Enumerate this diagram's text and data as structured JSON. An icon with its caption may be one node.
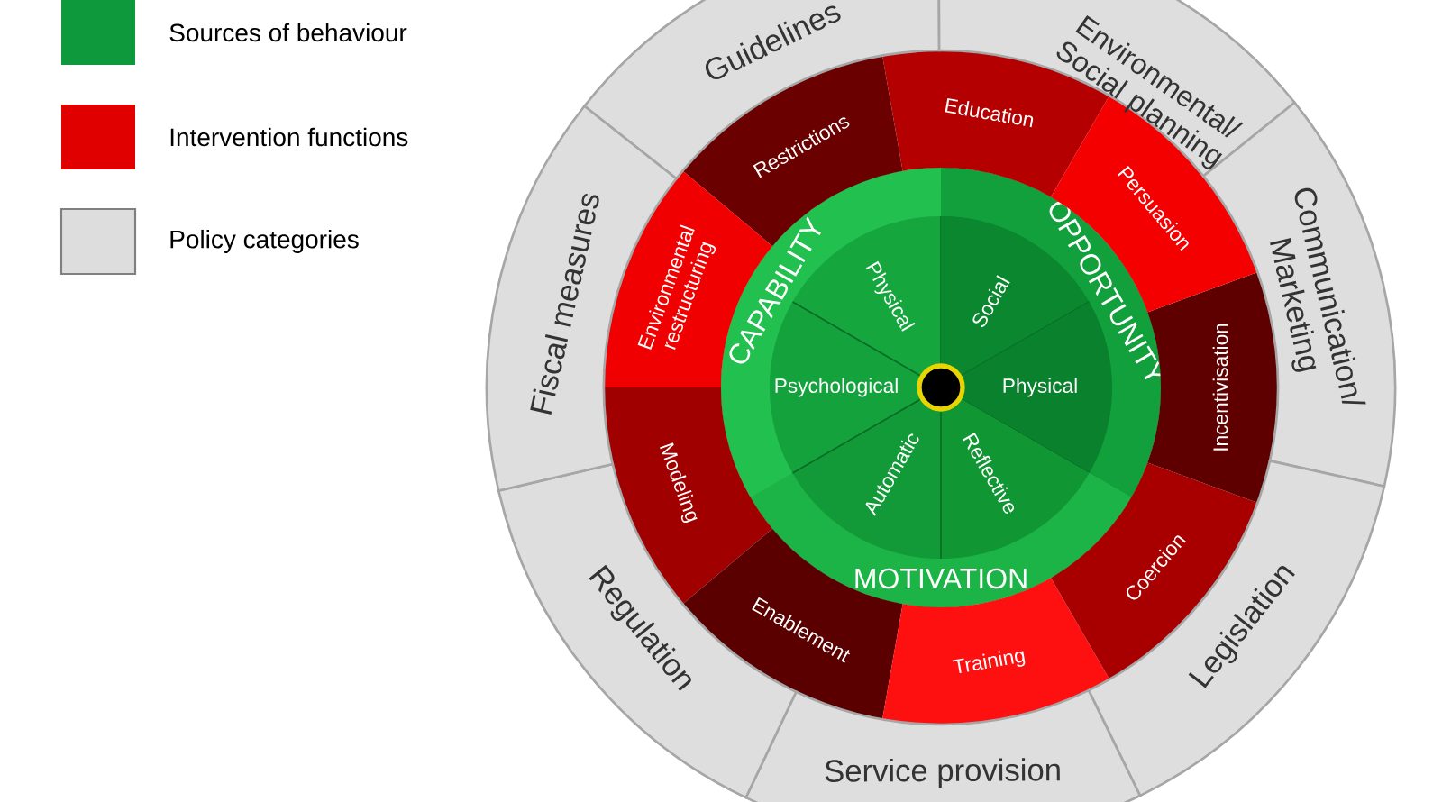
{
  "diagram": {
    "nodes": [
      {
        "text": [
          "CAPABILITY"
        ]
      },
      {
        "text": [
          "Physical"
        ],
        "in": 0
      },
      {
        "text": [
          "Psychological"
        ],
        "in": 0
      },
      {
        "text": [
          "OPPORTUNITY"
        ]
      },
      {
        "text": [
          "Social"
        ],
        "in": 3
      },
      {
        "text": [
          "Physical"
        ],
        "in": 3
      },
      {
        "text": [
          "MOTIVATION"
        ]
      },
      {
        "text": [
          "Automatic"
        ],
        "in": 6
      },
      {
        "text": [
          "Reflective"
        ],
        "in": 6
      },
      {
        "text": [
          "Education"
        ]
      },
      {
        "text": [
          "Restrictions"
        ]
      },
      {
        "text": [
          "Environmental restructuring"
        ]
      },
      {
        "text": [
          "Modeling"
        ]
      },
      {
        "text": [
          "Enablement"
        ]
      },
      {
        "text": [
          "Training"
        ]
      },
      {
        "text": [
          "Coercion"
        ]
      },
      {
        "text": [
          "Incentivisation"
        ]
      },
      {
        "text": [
          "Persuasion"
        ]
      },
      {
        "text": [
          "Guidelines"
        ]
      },
      {
        "text": [
          "Environmental/ Social planning"
        ]
      },
      {
        "text": [
          "Communication/ Marketing"
        ]
      },
      {
        "text": [
          "Legislation"
        ]
      },
      {
        "text": [
          "Service provision"
        ]
      },
      {
        "text": [
          "Regulation"
        ]
      },
      {
        "text": [
          "Fiscal measures"
        ]
      }
    ],
    "legend": [
      {
        "text": "Sources of behaviour",
        "color": "#0e9a3c"
      },
      {
        "text": "Intervention functions",
        "color": "#e00000"
      },
      {
        "text": "Policy categories",
        "color": "#dddddd"
      }
    ]
  }
}
